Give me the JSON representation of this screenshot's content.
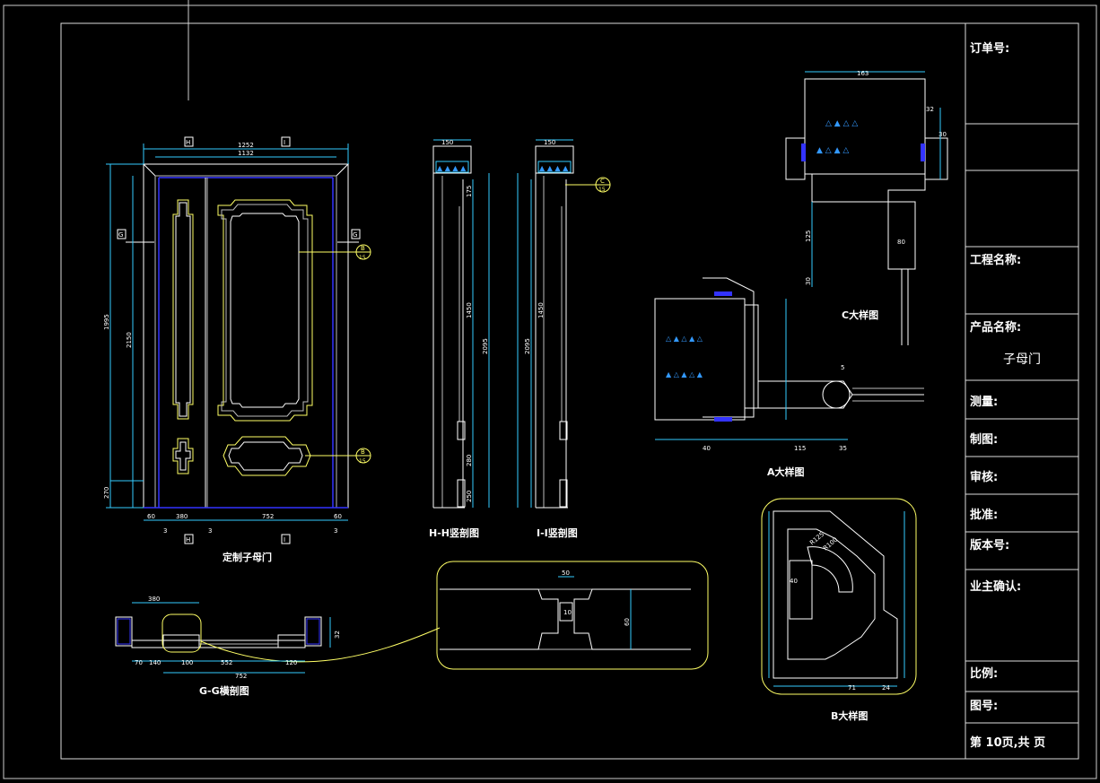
{
  "title_block": {
    "order_no_label": "订单号:",
    "project_name_label": "工程名称:",
    "product_name_label": "产品名称:",
    "product_name_value": "子母门",
    "survey_label": "测量:",
    "drawing_label": "制图:",
    "review_label": "审核:",
    "approve_label": "批准:",
    "version_label": "版本号:",
    "owner_confirm_label": "业主确认:",
    "scale_label": "比例:",
    "drawing_no_label": "图号:",
    "page_label": "第 10页,共  页"
  },
  "views": {
    "door_elevation_caption": "定制子母门",
    "section_h_caption": "H-H竖剖图",
    "section_i_caption": "I-I竖剖图",
    "section_g_caption": "G-G横剖图",
    "detail_a_caption": "A大样图",
    "detail_b_caption": "B大样图",
    "detail_c_caption": "C大样图"
  },
  "dimensions": {
    "door_total_width": "1252",
    "door_inner_width": "1132",
    "door_total_height": "2150",
    "door_inner_height": "1995",
    "door_bottom": "270",
    "door_left_leaf": "380",
    "door_right_leaf": "752",
    "door_side_a": "60",
    "door_side_b": "60",
    "door_gap": "3",
    "sec_h_top": "150",
    "sec_h_mid": "1450",
    "sec_h_total": "2095",
    "sec_h_a": "175",
    "sec_h_b": "280",
    "sec_h_c": "250",
    "sec_i_top": "150",
    "sec_i_mid": "1450",
    "sec_i_total": "2095",
    "sec_g_top": "380",
    "sec_g_mid": "552",
    "sec_g_total": "752",
    "sec_g_a": "70",
    "sec_g_b": "140",
    "sec_g_c": "100",
    "sec_g_d": "120",
    "sec_g_h": "32",
    "zoom_a": "10",
    "zoom_b": "50",
    "zoom_c": "60",
    "c_width": "163",
    "c_h1": "32",
    "c_h2": "30",
    "c_h3": "125",
    "c_h4": "80",
    "c_h5": "30",
    "a_115": "115",
    "a_35": "35",
    "a_40": "40",
    "a_5": "5",
    "b_24": "24",
    "b_71": "71",
    "b_r1": "R125",
    "b_r2": "R100",
    "b_40": "40"
  },
  "markers": {
    "section_g": "G",
    "section_h": "H",
    "section_i": "I",
    "detail_a": "A",
    "detail_b": "B",
    "detail_c": "C",
    "sheet_ref": "15"
  },
  "colors": {
    "background": "#000000",
    "line_white": "#ffffff",
    "line_yellow": "#ffff66",
    "line_blue": "#3333ff",
    "line_cyan": "#33ccff",
    "line_gray": "#bbbbbb"
  }
}
